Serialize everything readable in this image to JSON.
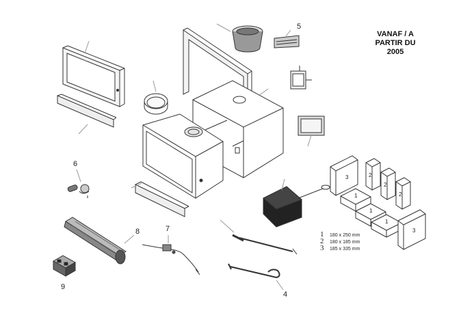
{
  "header": {
    "title_line1": "VANAF / A",
    "title_line2": "PARTIR DU",
    "title_line3": "2005"
  },
  "callouts": {
    "part_4": "4",
    "part_5": "5",
    "part_6": "6",
    "part_7": "7",
    "part_8": "8",
    "part_9": "9"
  },
  "bricks": {
    "labels": [
      "3",
      "2",
      "2",
      "2",
      "1",
      "1",
      "1",
      "3"
    ],
    "legend": [
      {
        "key": "1",
        "size": "180 x 250 mm"
      },
      {
        "key": "2",
        "size": "180 x 185 mm"
      },
      {
        "key": "3",
        "size": "185 x 335 mm"
      }
    ]
  }
}
